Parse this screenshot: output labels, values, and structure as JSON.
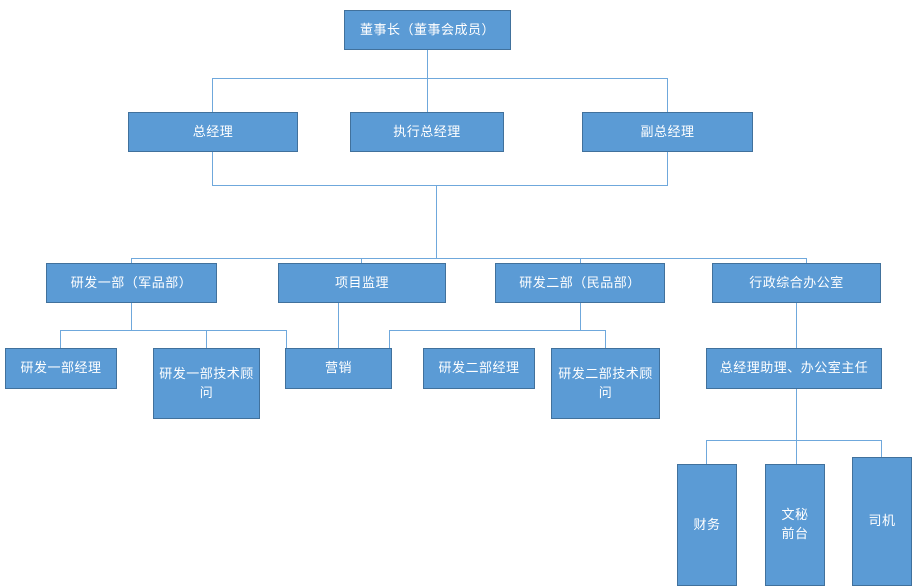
{
  "diagram": {
    "type": "org-chart",
    "title": "",
    "colors": {
      "node_fill": "#5B9BD5",
      "node_border": "#41719C",
      "connector": "#6FA8DC",
      "node_text": "#FFFFFF",
      "background": "#FFFFFF"
    },
    "nodes": [
      {
        "id": "chairman",
        "label": "董事长（董事会成员）",
        "level": 0
      },
      {
        "id": "gm",
        "label": "总经理",
        "level": 1
      },
      {
        "id": "exec-gm",
        "label": "执行总经理",
        "level": 1
      },
      {
        "id": "deputy-gm",
        "label": "副总经理",
        "level": 1
      },
      {
        "id": "rd1",
        "label": "研发一部（军品部）",
        "level": 2
      },
      {
        "id": "pm-super",
        "label": "项目监理",
        "level": 2
      },
      {
        "id": "rd2",
        "label": "研发二部（民品部）",
        "level": 2
      },
      {
        "id": "admin-office",
        "label": "行政综合办公室",
        "level": 2
      },
      {
        "id": "rd1-manager",
        "label": "研发一部经理",
        "level": 3
      },
      {
        "id": "rd1-advisor",
        "label": "研发一部技术顾问",
        "level": 3
      },
      {
        "id": "marketing",
        "label": "营销",
        "level": 3
      },
      {
        "id": "rd2-manager",
        "label": "研发二部经理",
        "level": 3
      },
      {
        "id": "rd2-advisor",
        "label": "研发二部技术顾问",
        "level": 3
      },
      {
        "id": "gm-assistant",
        "label": "总经理助理、办公室主任",
        "level": 3
      },
      {
        "id": "finance",
        "label": "财务",
        "level": 4
      },
      {
        "id": "secretary",
        "label": "文秘\n前台",
        "level": 4
      },
      {
        "id": "driver",
        "label": "司机",
        "level": 4
      }
    ],
    "edges": [
      {
        "from": "chairman",
        "to": "gm"
      },
      {
        "from": "chairman",
        "to": "exec-gm"
      },
      {
        "from": "chairman",
        "to": "deputy-gm"
      },
      {
        "from": "gm",
        "to": "rd1"
      },
      {
        "from": "gm",
        "to": "pm-super"
      },
      {
        "from": "gm",
        "to": "rd2"
      },
      {
        "from": "gm",
        "to": "admin-office"
      },
      {
        "from": "deputy-gm",
        "to": "rd1"
      },
      {
        "from": "deputy-gm",
        "to": "pm-super"
      },
      {
        "from": "deputy-gm",
        "to": "rd2"
      },
      {
        "from": "deputy-gm",
        "to": "admin-office"
      },
      {
        "from": "rd1",
        "to": "rd1-manager"
      },
      {
        "from": "rd1",
        "to": "rd1-advisor"
      },
      {
        "from": "rd1",
        "to": "marketing"
      },
      {
        "from": "pm-super",
        "to": "marketing"
      },
      {
        "from": "rd2",
        "to": "rd2-manager"
      },
      {
        "from": "rd2",
        "to": "rd2-advisor"
      },
      {
        "from": "admin-office",
        "to": "gm-assistant"
      },
      {
        "from": "gm-assistant",
        "to": "finance"
      },
      {
        "from": "gm-assistant",
        "to": "secretary"
      },
      {
        "from": "gm-assistant",
        "to": "driver"
      }
    ]
  }
}
